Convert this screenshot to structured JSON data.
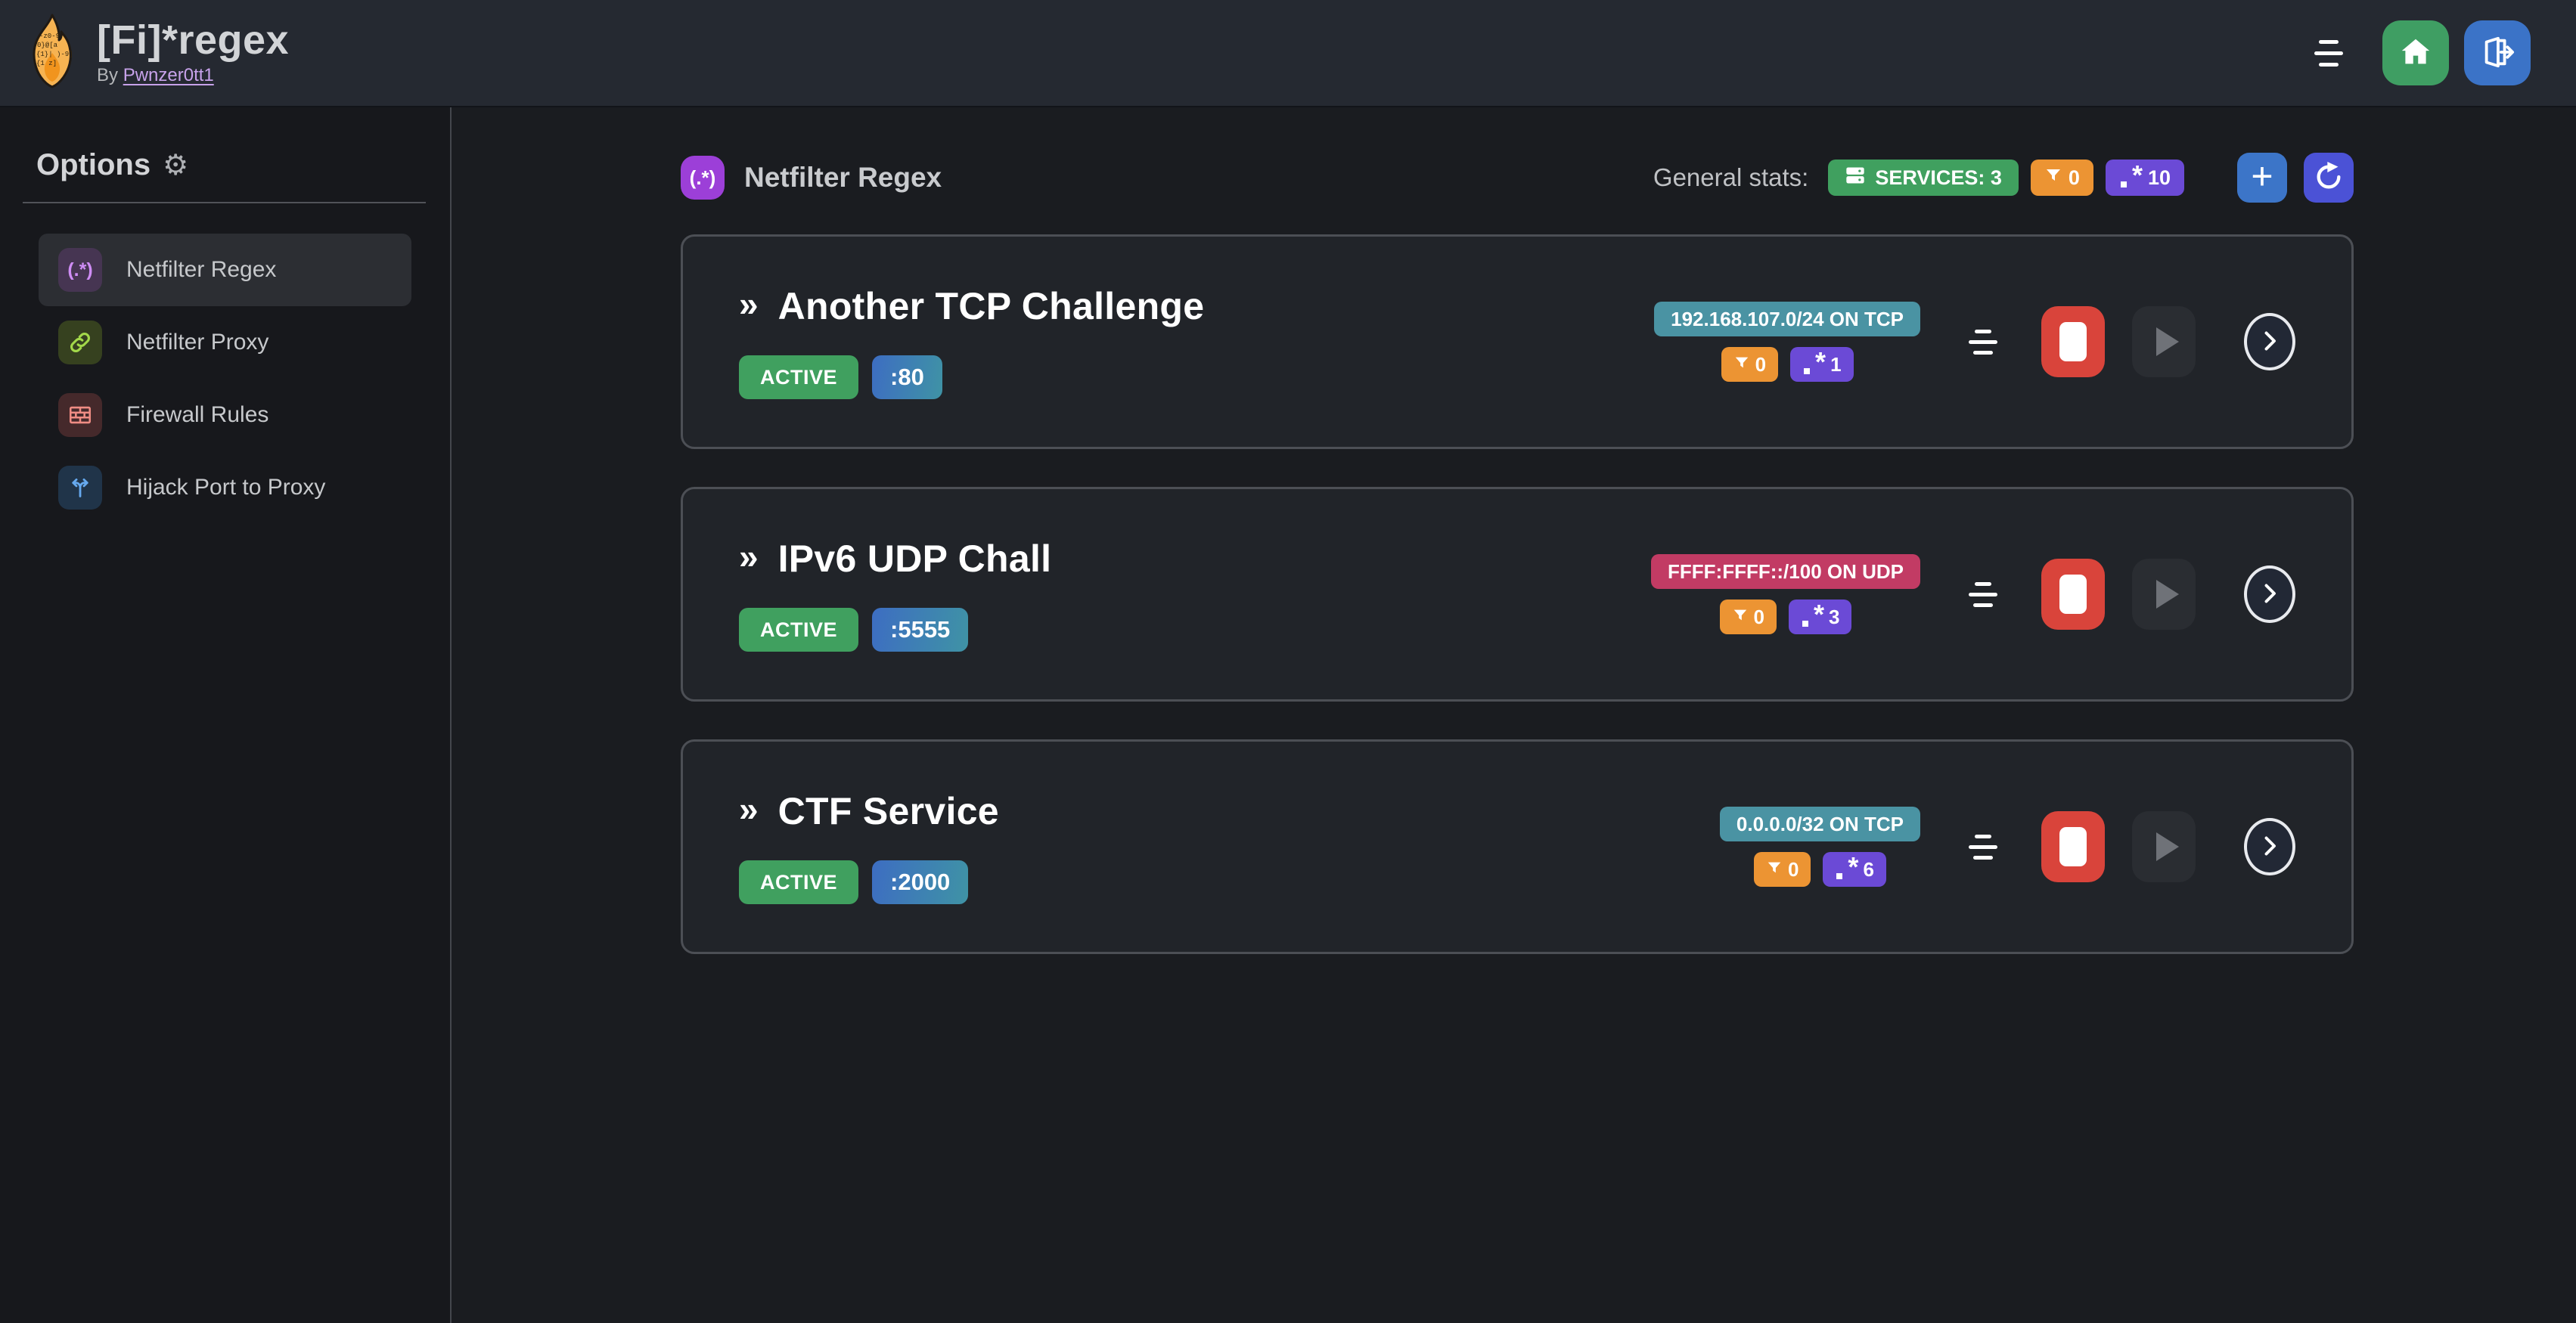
{
  "header": {
    "title": "[Fi]*regex",
    "byline_prefix": "By",
    "byline_link": "Pwnzer0tt1"
  },
  "sidebar": {
    "heading": "Options",
    "gear_glyph": "⚙",
    "items": [
      {
        "label": "Netfilter Regex",
        "icon": "regex-icon",
        "icon_text": "(.*)",
        "active": true
      },
      {
        "label": "Netfilter Proxy",
        "icon": "link-icon",
        "active": false
      },
      {
        "label": "Firewall Rules",
        "icon": "firewall-icon",
        "active": false
      },
      {
        "label": "Hijack Port to Proxy",
        "icon": "fork-arrows-icon",
        "active": false
      }
    ]
  },
  "main": {
    "page_icon_text": "(.*)",
    "page_title": "Netfilter Regex",
    "stats_label": "General stats:",
    "services_badge": "SERVICES: 3",
    "filters_total": "0",
    "regexes_total": "10",
    "add_button": "+",
    "chevron_glyph": "»"
  },
  "services": [
    {
      "name": "Another TCP Challenge",
      "status": "ACTIVE",
      "port": ":80",
      "endpoint": "192.168.107.0/24 ON TCP",
      "endpoint_style": "teal",
      "filters": "0",
      "regexes": "1"
    },
    {
      "name": "IPv6 UDP Chall",
      "status": "ACTIVE",
      "port": ":5555",
      "endpoint": "FFFF:FFFF::/100 ON UDP",
      "endpoint_style": "pink",
      "filters": "0",
      "regexes": "3"
    },
    {
      "name": "CTF Service",
      "status": "ACTIVE",
      "port": ":2000",
      "endpoint": "0.0.0.0/32 ON TCP",
      "endpoint_style": "teal",
      "filters": "0",
      "regexes": "6"
    }
  ],
  "colors": {
    "green": "#40a05f",
    "orange": "#ec9433",
    "violet": "#6b4ad6",
    "blue": "#3c75c8",
    "indigo": "#4b52d6",
    "teal": "#4a93a3",
    "pink": "#c23b64",
    "red": "#d9443b",
    "purple_accent": "#9c3fd8",
    "link": "#c7a2ea"
  }
}
